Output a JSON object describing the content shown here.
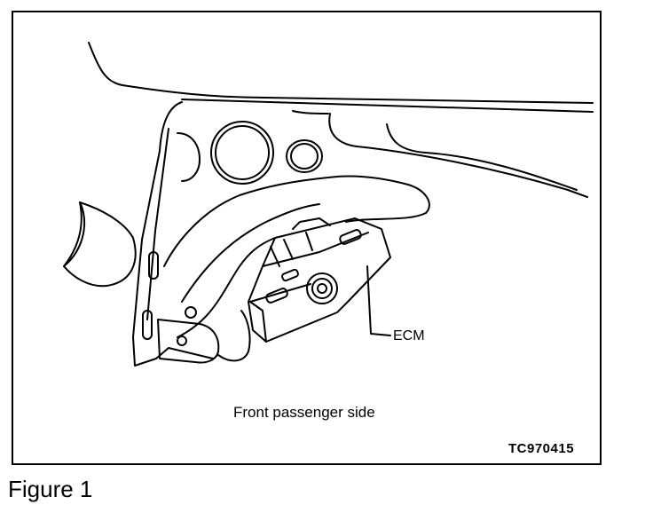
{
  "diagram": {
    "callout_label": "ECM",
    "caption": "Front passenger side",
    "drawing_code": "TC970415"
  },
  "figure_title": "Figure 1"
}
